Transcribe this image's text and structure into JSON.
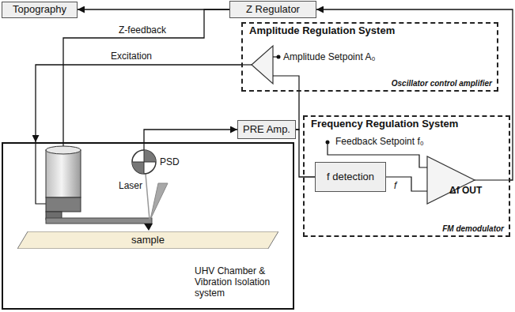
{
  "diagram": {
    "nodes": [
      {
        "text": [
          "Topography"
        ]
      },
      {
        "text": [
          "Z Regulator"
        ]
      },
      {
        "text": [
          "Amplitude Regulation System",
          "Oscillator control amplifier"
        ]
      },
      {
        "text": [
          "Frequency Regulation System",
          "FM demodulator"
        ]
      },
      {
        "text": [
          "f detection"
        ],
        "in": 3
      },
      {
        "text": [
          "PRE Amp."
        ]
      },
      {
        "text": [
          "UHV Chamber & Vibration Isolation system"
        ]
      },
      {
        "text": [
          "sample"
        ],
        "in": 6
      }
    ],
    "edges": [
      {
        "from": 1,
        "to": 0,
        "arrow": "to"
      },
      {
        "from": 1,
        "to": 6,
        "arrow": "none"
      },
      {
        "from": 2,
        "to": 6,
        "arrow": "to"
      },
      {
        "from": 6,
        "to": 5,
        "arrow": "to"
      },
      {
        "from": 5,
        "to": 4,
        "arrow": "none"
      },
      {
        "from": 5,
        "to": 2,
        "arrow": "none"
      },
      {
        "from": 3,
        "to": 1,
        "arrow": "to"
      }
    ],
    "labels": [
      "Z-feedback",
      "Excitation",
      "Amplitude Setpoint A₀",
      "Laser",
      "PSD",
      "Feedback Setpoint f₀",
      "f",
      "Δf OUT"
    ]
  }
}
